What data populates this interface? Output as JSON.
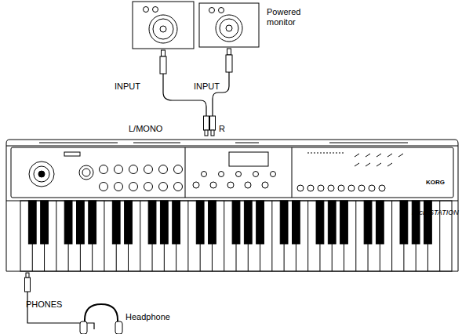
{
  "diagram": {
    "labels": [
      "Powered monitor",
      "INPUT",
      "INPUT",
      "L/MONO",
      "R",
      "PHONES",
      "Headphone",
      "KORG",
      "microSTATION"
    ]
  }
}
